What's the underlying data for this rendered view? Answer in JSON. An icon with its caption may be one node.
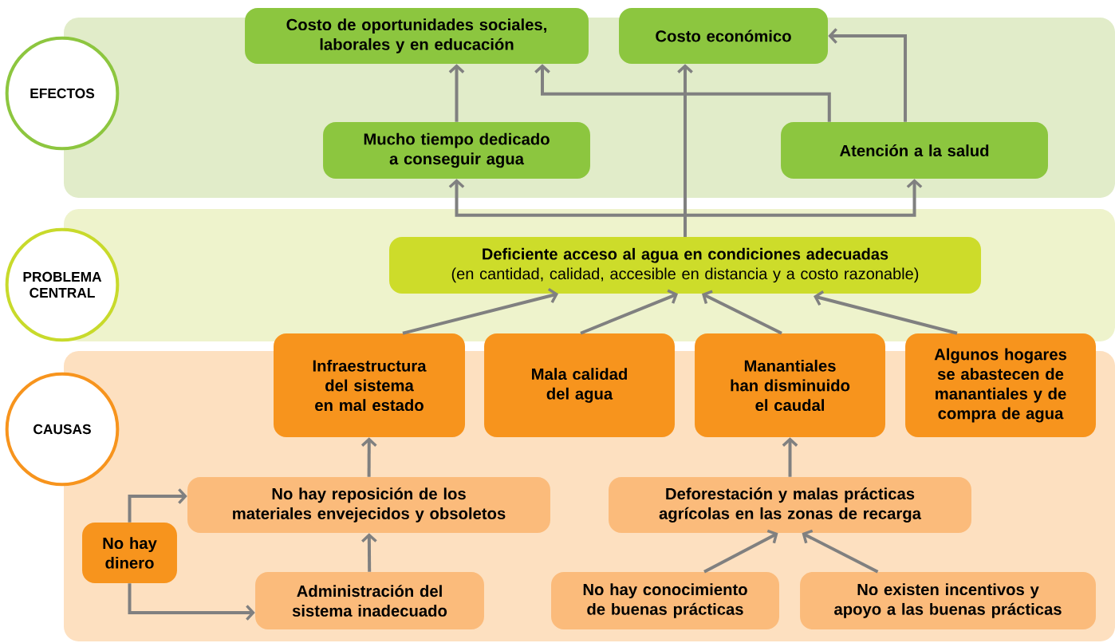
{
  "diagram": {
    "nodes": [
      {
        "text": [
          "EFECTOS"
        ]
      },
      {
        "text": [
          "Costo de oportunidades sociales, laborales y en educación"
        ]
      },
      {
        "text": [
          "Costo económico"
        ]
      },
      {
        "text": [
          "Mucho tiempo dedicado a conseguir agua"
        ],
        "in": 0
      },
      {
        "text": [
          "Atención a la salud"
        ],
        "in": 0
      },
      {
        "text": [
          "PROBLEMA CENTRAL"
        ]
      },
      {
        "text": [
          "Deficiente acceso al agua en condiciones adecuadas",
          "(en cantidad, calidad, accesible en distancia y a costo razonable)"
        ],
        "in": 5
      },
      {
        "text": [
          "CAUSAS"
        ]
      },
      {
        "text": [
          "Infraestructura del sistema en mal estado"
        ]
      },
      {
        "text": [
          "Mala calidad del agua"
        ]
      },
      {
        "text": [
          "Manantiales han disminuido el caudal"
        ]
      },
      {
        "text": [
          "Algunos hogares se abastecen de manantiales y de compra de agua"
        ]
      },
      {
        "text": [
          "No hay reposición de los materiales envejecidos y obsoletos"
        ],
        "in": 7
      },
      {
        "text": [
          "Deforestación y malas prácticas agrícolas en las zonas de recarga"
        ],
        "in": 7
      },
      {
        "text": [
          "No hay dinero"
        ],
        "in": 7
      },
      {
        "text": [
          "Administración del sistema inadecuado"
        ],
        "in": 7
      },
      {
        "text": [
          "No hay conocimiento de buenas prácticas"
        ],
        "in": 7
      },
      {
        "text": [
          "No existen incentivos y apoyo a las buenas prácticas"
        ],
        "in": 7
      }
    ],
    "edges": [
      {
        "from": 6,
        "to": 3,
        "arrow": "to"
      },
      {
        "from": 6,
        "to": 4,
        "arrow": "to"
      },
      {
        "from": 6,
        "to": 2,
        "arrow": "to"
      },
      {
        "from": 3,
        "to": 1,
        "arrow": "to"
      },
      {
        "from": 4,
        "to": 1,
        "arrow": "to"
      },
      {
        "from": 4,
        "to": 2,
        "arrow": "to"
      },
      {
        "from": 8,
        "to": 6,
        "arrow": "to"
      },
      {
        "from": 9,
        "to": 6,
        "arrow": "to"
      },
      {
        "from": 10,
        "to": 6,
        "arrow": "to"
      },
      {
        "from": 11,
        "to": 6,
        "arrow": "to"
      },
      {
        "from": 12,
        "to": 8,
        "arrow": "to"
      },
      {
        "from": 15,
        "to": 12,
        "arrow": "to"
      },
      {
        "from": 14,
        "to": 12,
        "arrow": "to"
      },
      {
        "from": 14,
        "to": 15,
        "arrow": "to"
      },
      {
        "from": 13,
        "to": 10,
        "arrow": "to"
      },
      {
        "from": 16,
        "to": 13,
        "arrow": "to"
      },
      {
        "from": 17,
        "to": 13,
        "arrow": "to"
      }
    ]
  }
}
